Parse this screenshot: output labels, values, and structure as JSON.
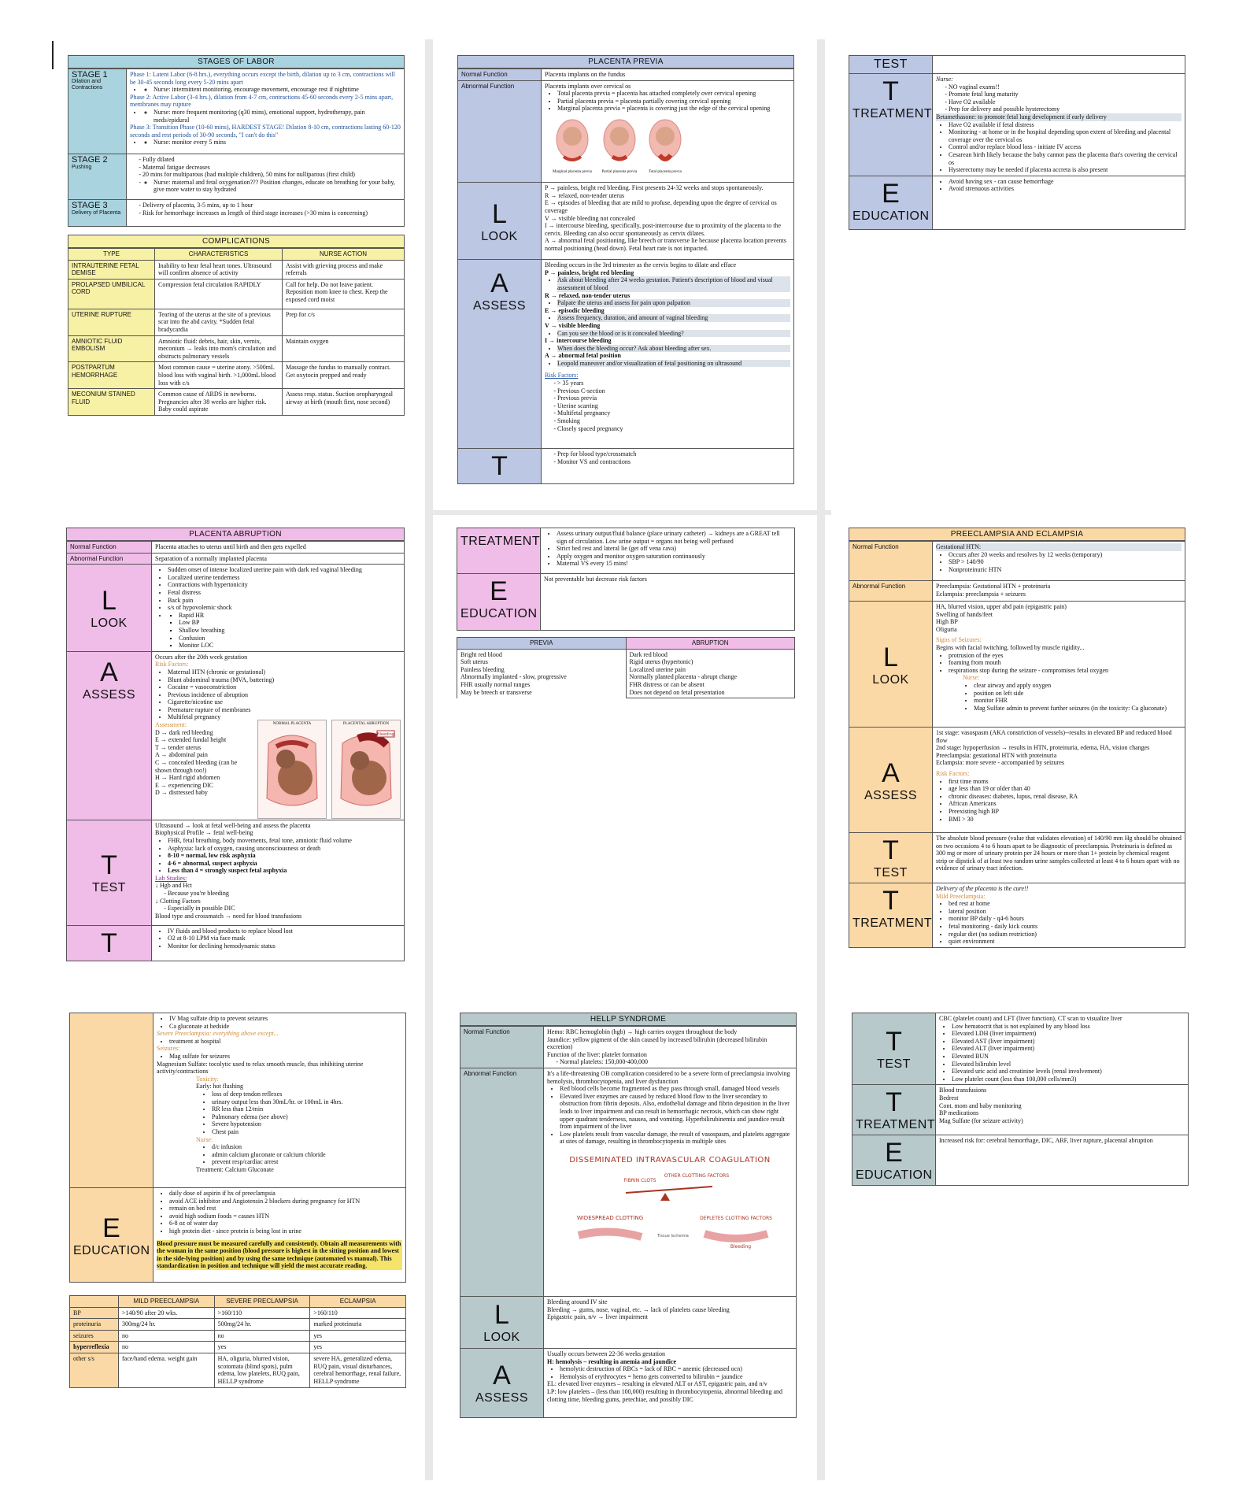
{
  "colors": {
    "labor": "#a9d4df",
    "complications": "#f7f1a6",
    "previa": "#bcc7e4",
    "abruption": "#f0bde8",
    "preeclampsia": "#fbd9a6",
    "hellp": "#b7c9cb"
  },
  "p1": {
    "title": "STAGES OF LABOR",
    "stage1": {
      "label": "STAGE 1",
      "sub": "Dilation and Contractions",
      "text": [
        "Phase 1: Latent Labor (6-8 hrs.), everything occurs except the birth, dilation up to 3 cm, contractions will be 30-45 seconds long every 5-20 mins apart",
        "Nurse: intermittent monitoring, encourage movement, encourage rest if nighttime",
        "Phase 2: Active Labor (3-4 hrs.), dilation from 4-7 cm, contractions 45-60 seconds every 2-5 mins apart, membranes may rupture",
        "Nurse: more frequent monitoring (q30 mins), emotional support, hydrotherapy, pain meds/epidural",
        "Phase 3: Transition Phase (10-60 mins), HARDEST STAGE! Dilation 8-10 cm, contractions lasting 60-120 seconds and rest periods of 30-90 seconds, \"I can't do this\"",
        "Nurse: monitor every 5 mins"
      ]
    },
    "stage2": {
      "label": "STAGE 2",
      "sub": "Pushing",
      "text": [
        "Fully dilated",
        "Maternal fatigue decreases",
        "20 mins for multiparous (had multiple children), 50 mins for nulliparous (first child)",
        "Nurse: maternal and fetal oxygenation??? Position changes, educate on breathing for your baby, give more water to stay hydrated"
      ]
    },
    "stage3": {
      "label": "STAGE 3",
      "sub": "Delivery of Placenta",
      "text": [
        "Delivery of placenta, 3-5 mins, up to 1 hour",
        "Risk for hemorrhage increases as length of third stage increases (>30 mins is concerning)"
      ]
    },
    "comp_title": "COMPLICATIONS",
    "comp_headers": [
      "TYPE",
      "CHARACTERISTICS",
      "NURSE ACTION"
    ],
    "comp_rows": [
      [
        "INTRAUTERINE FETAL DEMISE",
        "Inability to hear fetal heart tones. Ultrasound will confirm absence of activity",
        "Assist with grieving process and make referrals"
      ],
      [
        "PROLAPSED UMBILICAL CORD",
        "Compression fetal circulation RAPIDLY",
        "Call for help. Do not leave patient. Reposition mom knee to chest. Keep the exposed cord moist"
      ],
      [
        "UTERINE RUPTURE",
        "Tearing of the uterus at the site of a previous scar into the abd cavity. *Sudden fetal bradycardia",
        "Prep for c/s"
      ],
      [
        "AMNIOTIC FLUID EMBOLISM",
        "Amniotic fluid: debris, hair, skin, vernix, meconium → leaks into mom's circulation and obstructs pulmonary vessels",
        "Maintain oxygen"
      ],
      [
        "POSTPARTUM HEMORRHAGE",
        "Most common cause = uterine atony. >500mL blood loss with vaginal birth. >1,000mL blood loss with c/s",
        "Massage the fundus to manually contract. Get oxytocin prepped and ready"
      ],
      [
        "MECONIUM STAINED FLUID",
        "Common cause of ARDS in newborns. Pregnancies after 38 weeks are higher risk. Baby could aspirate",
        "Assess resp. status. Suction oropharyngeal airway at birth (mouth first, nose second)"
      ]
    ]
  },
  "p2": {
    "title": "PLACENTA PREVIA",
    "normal_label": "Normal Function",
    "normal_text": "Placenta implants on the fundus",
    "abnormal_label": "Abnormal Function",
    "abnormal_text": "Placenta implants over cervical os",
    "abnormal_items": [
      "Total placenta previa = placenta has attached completely over cervical opening",
      "Partial placenta previa = placenta partially covering cervical opening",
      "Marginal placenta previa = placenta is covering just the edge of the cervical opening"
    ],
    "fig_captions": [
      "Marginal placenta previa",
      "Partial placenta previa",
      "Total placenta previa"
    ],
    "L": {
      "letter": "L",
      "word": "LOOK",
      "text": [
        "P → painless, bright red bleeding. First presents 24-32 weeks and stops spontaneously.",
        "R → relaxed, non-tender uterus",
        "E → episodes of bleeding that are mild to profuse, depending upon the degree of cervical os coverage",
        "V → visible bleeding not concealed",
        "I → intercourse bleeding, specifically, post-intercourse due to proximity of the placenta to the cervix. Bleeding can also occur spontaneously as cervix dilates.",
        "A → abnormal fetal positioning, like breech or transverse lie because placenta location prevents normal positioning (head down). Fetal heart rate is not impacted."
      ]
    },
    "A": {
      "letter": "A",
      "word": "ASSESS",
      "intro": "Bleeding occurs in the 3rd trimester as the cervix begins to dilate and efface",
      "items": [
        "P → painless, bright red bleeding",
        "Ask about bleeding after 24 weeks gestation. Patient's description of blood and visual assessment of blood",
        "R → relaxed, non-tender uterus",
        "Palpate the uterus and assess for pain upon palpation",
        "E → episodic bleeding",
        "Assess frequency, duration, and amount of vaginal bleeding",
        "V → visible bleeding",
        "Can you see the blood or is it concealed bleeding?",
        "I → intercourse bleeding",
        "When does the bleeding occur? Ask about bleeding after sex.",
        "A → abnormal fetal position",
        "Leopold maneuver and/or visualization of fetal positioning on ultrasound"
      ],
      "risk_label": "Risk Factors:",
      "risks": [
        "> 35 years",
        "Previous C-section",
        "Previous previa",
        "Uterine scarring",
        "Multifetal pregnancy",
        "Smoking",
        "Closely spaced pregnancy"
      ]
    },
    "T": {
      "letter": "T",
      "items": [
        "Prep for blood type/crossmatch",
        "Monitor VS and contractions"
      ]
    }
  },
  "p3": {
    "test_label": "TEST",
    "T": {
      "letter": "T",
      "word": "TREATMENT",
      "nurse": "Nurse:",
      "items": [
        "NO vaginal exams!!",
        "Promote fetal lung maturity",
        "Have O2 available",
        "Prep for delivery and possible hysterectomy",
        "Betamethasone: to promote fetal lung development if early delivery",
        "Have O2 available if fetal distress",
        "Monitoring - at home or in the hospital depending upon extent of bleeding and placental coverage over the cervical os",
        "Control and/or replace blood loss - initiate IV access",
        "Cesarean birth likely because the baby cannot pass the placenta that's covering the cervical os",
        "Hysterectomy may be needed if placenta accreta is also present"
      ]
    },
    "E": {
      "letter": "E",
      "word": "EDUCATION",
      "items": [
        "Avoid having sex - can cause hemorrhage",
        "Avoid strenuous activities"
      ]
    }
  },
  "p4": {
    "title": "PLACENTA ABRUPTION",
    "normal_label": "Normal Function",
    "normal_text": "Placenta attaches to uterus until birth and then gets expelled",
    "abnormal_label": "Abnormal Function",
    "abnormal_text": "Separation of a normally implanted placenta",
    "L": {
      "letter": "L",
      "word": "LOOK",
      "items": [
        "Sudden onset of intense localized uterine pain with dark red vaginal bleeding",
        "Localized uterine tenderness",
        "Contractions with hypertonicity",
        "Fetal distress",
        "Back pain",
        "s/s of hypovolemic shock",
        "Rapid HR",
        "Low BP",
        "Shallow breathing",
        "Confusion",
        "Monitor LOC"
      ]
    },
    "A": {
      "letter": "A",
      "word": "ASSESS",
      "intro": "Occurs after the 20th week gestation",
      "risk_label": "Risk Factors:",
      "risks": [
        "Maternal HTN (chronic or gestational)",
        "Blunt abdominal trauma (MVA, battering)",
        "Cocaine = vasoconstriction",
        "Previous incidence of abruption",
        "Cigarette/nicotine use",
        "Premature rupture of membranes",
        "Multifetal pregnancy"
      ],
      "assess_label": "Assessment:",
      "lines": [
        "D → dark red bleeding",
        "E → extended fundal height",
        "T → tender uterus",
        "A → abdominal pain",
        "C → concealed bleeding (can be shown through too!)",
        "H → Hard rigid abdomen",
        "E → experiencing DIC",
        "D → distressed baby"
      ],
      "fig_captions": [
        "NORMAL PLACENTA",
        "PLACENTAL ABRUPTION"
      ],
      "fig_tag": "Bleeding"
    },
    "T": {
      "letter": "T",
      "word": "TEST",
      "items": [
        "Ultrasound → look at fetal well-being and assess the placenta",
        "Biophysical Profile → fetal well-being",
        "FHR, fetal breathing, body movements, fetal tone, amniotic fluid volume",
        "Asphyxia: lack of oxygen, causing unconsciousness or death",
        "8-10 = normal, low risk asphyxia",
        "4-6 = abnormal, suspect asphyxia",
        "Less than 4 = strongly suspect fetal asphyxia",
        "Lab Studies:",
        "↓ Hgb and Hct",
        "Because you're bleeding",
        "↓ Clotting Factors",
        "Especially in possible DIC",
        "Blood type and crossmatch → need for blood transfusions"
      ]
    },
    "T2": {
      "letter": "T",
      "items": [
        "IV fluids and blood products to replace blood lost",
        "O2 at 8-10 LPM via face mask",
        "Monitor for declining hemodynamic status"
      ]
    }
  },
  "p5": {
    "T": {
      "word": "TREATMENT",
      "items": [
        "Assess urinary output/fluid balance (place urinary catheter) → kidneys are a GREAT tell sign of circulation. Low urine output = organs not being well perfused",
        "Strict bed rest and lateral lie (get off vena cava)",
        "Apply oxygen and monitor oxygen saturation continuously",
        "Maternal VS every 15 mins!"
      ]
    },
    "E": {
      "letter": "E",
      "word": "EDUCATION",
      "text": "Not preventable but decrease risk factors"
    },
    "cmp_headers": [
      "PREVIA",
      "ABRUPTION"
    ],
    "cmp_rows": [
      [
        "Bright red blood",
        "Dark red blood"
      ],
      [
        "Soft uterus",
        "Rigid uterus (hypertonic)"
      ],
      [
        "Painless bleeding",
        "Localized uterine pain"
      ],
      [
        "Abnormally implanted - slow, progressive",
        "Normally planted placenta - abrupt change"
      ],
      [
        "FHR usually normal ranges",
        "FHR distress or can be absent"
      ],
      [
        "May be breech or transverse",
        "Does not depend on fetal presentation"
      ]
    ]
  },
  "p6": {
    "title": "PREECLAMPSIA AND ECLAMPSIA",
    "normal_label": "Normal Function",
    "normal_head": "Gestational HTN:",
    "normal_items": [
      "Occurs after 20 weeks and resolves by 12 weeks (temporary)",
      "SBP > 140/90",
      "Nonproteinuric HTN"
    ],
    "abnormal_label": "Abnormal Function",
    "abnormal_lines": [
      "Preeclampsia: Gestational HTN + proteinuria",
      "Eclampsia: preeclampsia + seizures"
    ],
    "L": {
      "letter": "L",
      "word": "LOOK",
      "lines": [
        "HA, blurred vision, upper abd pain (epigastric pain)",
        "Swelling of hands/feet",
        "High BP",
        "Oliguria"
      ],
      "sz_label": "Signs of Seizures:",
      "sz_intro": "Begins with facial twitching, followed by muscle rigidity...",
      "sz_items": [
        "protrusion of the eyes",
        "foaming from mouth",
        "respirations stop during the seizure - compromises fetal oxygen"
      ],
      "nurse": "Nurse:",
      "nurse_items": [
        "clear airway and apply oxygen",
        "position on left side",
        "monitor FHR",
        "Mag Sulfate admin to prevent further seizures (in the toxicity: Ca gluconate)"
      ]
    },
    "A": {
      "letter": "A",
      "word": "ASSESS",
      "lines": [
        "1st stage: vasospasm (AKA constriction of vessels)--results in elevated BP and reduced blood flow",
        "2nd stage: hypoperfusion → results in HTN, proteinuria, edema, HA, vision changes",
        "Preeclampsia: gestational HTN with proteinuria",
        "Eclampsia: more severe - accompanied by seizures"
      ],
      "risk_label": "Risk Factors:",
      "risks": [
        "first time moms",
        "age less than 19 or older than 40",
        "chronic diseases: diabetes, lupus, renal disease, RA",
        "African Americans",
        "Preexisting high BP",
        "BMI > 30"
      ]
    },
    "T": {
      "letter": "T",
      "word": "TEST",
      "text": "The absolute blood pressure (value that validates elevation) of 140/90 mm Hg should be obtained on two occasions 4 to 6 hours apart to be diagnostic of preeclampsia. Proteinuria is defined as 300 mg or more of urinary protein per 24 hours or more than 1+ protein by chemical reagent strip or dipstick of at least two random urine samples collected at least 4 to 6 hours apart with no evidence of urinary tract infection."
    },
    "T2": {
      "letter": "T",
      "word": "TREATMENT",
      "intro": "Delivery of the placenta is the cure!!",
      "mild": "Mild Preeclampsia:",
      "items": [
        "bed rest at home",
        "lateral position",
        "monitor BP daily - q4-6 hours",
        "fetal monitoring - daily kick counts",
        "regular diet (no sodium restriction)",
        "quiet environment"
      ]
    }
  },
  "p7": {
    "top_items": [
      "IV Mag sulfate drip to prevent seizures",
      "Ca gluconate at bedside"
    ],
    "severe": "Severe Preeclampsia: everything above except...",
    "severe_items": [
      "treatment at hospital"
    ],
    "seizures": "Seizures:",
    "seizure_items": [
      "Mag sulfate for seizures"
    ],
    "magsulf": "Magnesium Sulfate: tocolytic used to relax smooth muscle, thus inhibiting uterine activity/contractions",
    "tox": "Toxicity:",
    "early": "Early: hot flushing",
    "early_items": [
      "loss of deep tendon reflexes",
      "urinary output less than 30mL/hr. or 100mL in 4hrs.",
      "RR less than 12/min",
      "Pulmonary edema (see above)",
      "Severe hypotension",
      "Chest pain"
    ],
    "nurse": "Nurse:",
    "nurse_items": [
      "d/c infusion",
      "admin calcium gluconate or calcium chloride",
      "prevent resp/cardiac arrest"
    ],
    "antidote": "Treatment: Calcium Gluconate",
    "E": {
      "letter": "E",
      "word": "EDUCATION",
      "items": [
        "daily dose of aspirin if hx of preeclampsia",
        "avoid ACE inhibitor and Angiotensin 2 blockers during pregnancy for HTN",
        "remain on bed rest",
        "avoid high sodium foods = causes HTN",
        "6-8 oz of water day",
        "high protein diet - since protein is being lost in urine"
      ],
      "note": "Blood pressure must be measured carefully and consistently. Obtain all measurements with the woman in the same position (blood pressure is highest in the sitting position and lowest in the side-lying position) and by using the same technique (automated vs manual). This standardization in position and technique will yield the most accurate reading."
    },
    "cmp_headers": [
      "",
      "MILD PREECLAMPSIA",
      "SEVERE PRECLAMPSIA",
      "ECLAMPSIA"
    ],
    "cmp_rows": [
      [
        "BP",
        ">140/90 after 20 wks.",
        ">160/110",
        ">160/110"
      ],
      [
        "proteinuria",
        "300mg/24 hr.",
        "500mg/24 hr.",
        "marked proteinuria"
      ],
      [
        "seizures",
        "no",
        "no",
        "yes"
      ],
      [
        "hyperreflexia",
        "no",
        "yes",
        "yes"
      ],
      [
        "other s/s",
        "face/hand edema. weight gain",
        "HA, oliguria, blurred vision, scotomata (blind spots), pulm edema, low platelets, RUQ pain, HELLP syndrome",
        "severe HA, generalized edema, RUQ pain, visual disturbances, cerebral hemorrhage, renal failure, HELLP syndrome"
      ]
    ]
  },
  "p8": {
    "title": "HELLP SYNDROME",
    "normal_label": "Normal Function",
    "normal_lines": [
      "Hemo: RBC hemoglobin (hgb) → high carries oxygen throughout the body",
      "Jaundice: yellow pigment of the skin caused by increased bilirubin (decreased bilirubin excretion)",
      "Function of the liver: platelet formation",
      "Normal platelets: 150,000-400,000"
    ],
    "abnormal_label": "Abnormal Function",
    "abnormal_intro": "It's a life-threatening OB complication considered to be a severe form of preeclampsia involving hemolysis, thrombocytopenia, and liver dysfunction",
    "abnormal_items": [
      "Red blood cells become fragmented as they pass through small, damaged blood vessels",
      "Elevated liver enzymes are caused by reduced blood flow to the liver secondary to obstruction from fibrin deposits. Also, endothelial damage and fibrin deposition in the liver leads to liver impairment and can result in hemorrhagic necrosis, which can show right upper quadrant tenderness, nausea, and vomiting. Hyperbilirubinemia and jaundice result from impairment of the liver",
      "Low platelets result from vascular damage, the result of vasospasm, and platelets aggregate at sites of damage, resulting in thrombocytopenia in multiple sites"
    ],
    "dic": {
      "title": "DISSEMINATED INTRAVASCULAR COAGULATION",
      "a": "FIBRIN CLOTS",
      "b": "OTHER CLOTTING FACTORS",
      "c": "WIDESPREAD CLOTTING",
      "d": "DEPLETES CLOTTING FACTORS",
      "e": "Bleeding",
      "f": "Tissue Ischemia"
    },
    "L": {
      "letter": "L",
      "word": "LOOK",
      "lines": [
        "Bleeding around IV site",
        "Bleeding → gums, nose, vaginal, etc. → lack of platelets cause bleeding",
        "Epigastric pain, n/v → liver impairment"
      ]
    },
    "A": {
      "letter": "A",
      "word": "ASSESS",
      "lines": [
        "Usually occurs between 22-36 weeks gestation",
        "H: hemolysis – resulting in anemia and jaundice",
        "hemolytic destruction of RBCs = lack of RBC = anemic (decreased ocn)",
        "Hemolysis of erythrocytes = hemo gets converted to bilirubin = jaundice",
        "EL: elevated liver enzymes – resulting in elevated ALT or AST, epigastric pain, and n/v",
        "LP: low platelets – (less than 100,000) resulting in thrombocytopenia, abnormal bleeding and clotting time, bleeding gums, petechiae, and possibly DIC"
      ]
    }
  },
  "p9": {
    "T": {
      "letter": "T",
      "word": "TEST",
      "intro": "CBC (platelet count) and LFT (liver function), CT scan to visualize liver",
      "items": [
        "Low hematocrit that is not explained by any blood loss",
        "Elevated LDH (liver impairment)",
        "Elevated AST (liver impairment)",
        "Elevated ALT (liver impairment)",
        "Elevated BUN",
        "Elevated bilirubin level",
        "Elevated uric acid and creatinine levels (renal involvement)",
        "Low platelet count (less than 100,000 cells/mm3)"
      ]
    },
    "T2": {
      "letter": "T",
      "word": "TREATMENT",
      "lines": [
        "Blood transfusions",
        "Bedrest",
        "Cont. mom and baby monitoring",
        "BP medications",
        "Mag Sulfate (for seizure activity)"
      ]
    },
    "E": {
      "letter": "E",
      "word": "EDUCATION",
      "text": "Increased risk for: cerebral hemorrhage, DIC, ARF, liver rupture, placental abruption"
    }
  }
}
